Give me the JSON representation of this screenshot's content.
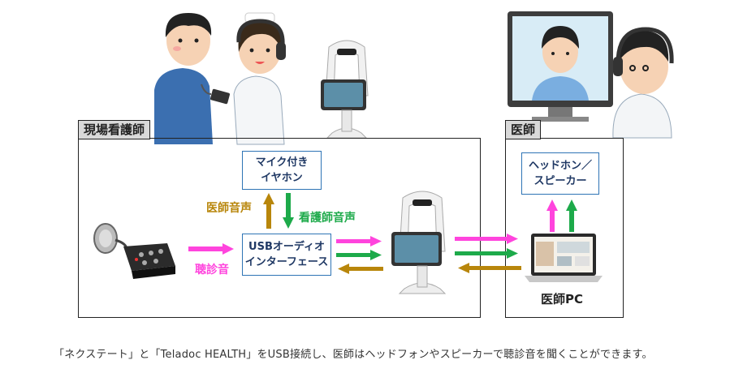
{
  "site_label": "現場看護師",
  "doctor_label": "医師",
  "mic_box": {
    "line1": "マイク付き",
    "line2": "イヤホン"
  },
  "headphone_box": {
    "line1": "ヘッドホン／",
    "line2": "スピーカー"
  },
  "usb_box": {
    "line1": "USBオーディオ",
    "line2": "インターフェース"
  },
  "doctor_voice": "医師音声",
  "nurse_voice": "看護師音声",
  "auscultation": "聴診音",
  "doctor_pc": "医師PC",
  "caption": "「ネクステート」と「Teladoc HEALTH」をUSB接続し、医師はヘッドフォンやスピーカーで聴診音を聞くことができます。",
  "colors": {
    "magenta": "#ff44dd",
    "green": "#1daa4a",
    "gold": "#b8860b",
    "box_border": "#2e74b5"
  }
}
